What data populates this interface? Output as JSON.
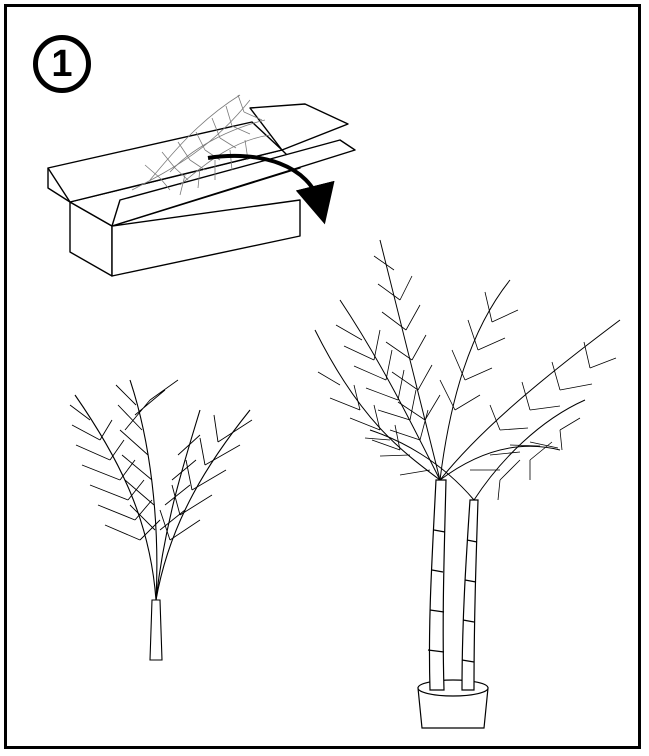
{
  "step": {
    "number": "1"
  },
  "illustrations": {
    "box": "open-shipping-box-with-folded-palm",
    "arrow": "curved-arrow-icon",
    "bundle": "folded-palm-fronds",
    "tree": "assembled-potted-palm-tree"
  },
  "colors": {
    "line": "#000000",
    "background": "#ffffff",
    "faded": "#7a7a7a"
  }
}
